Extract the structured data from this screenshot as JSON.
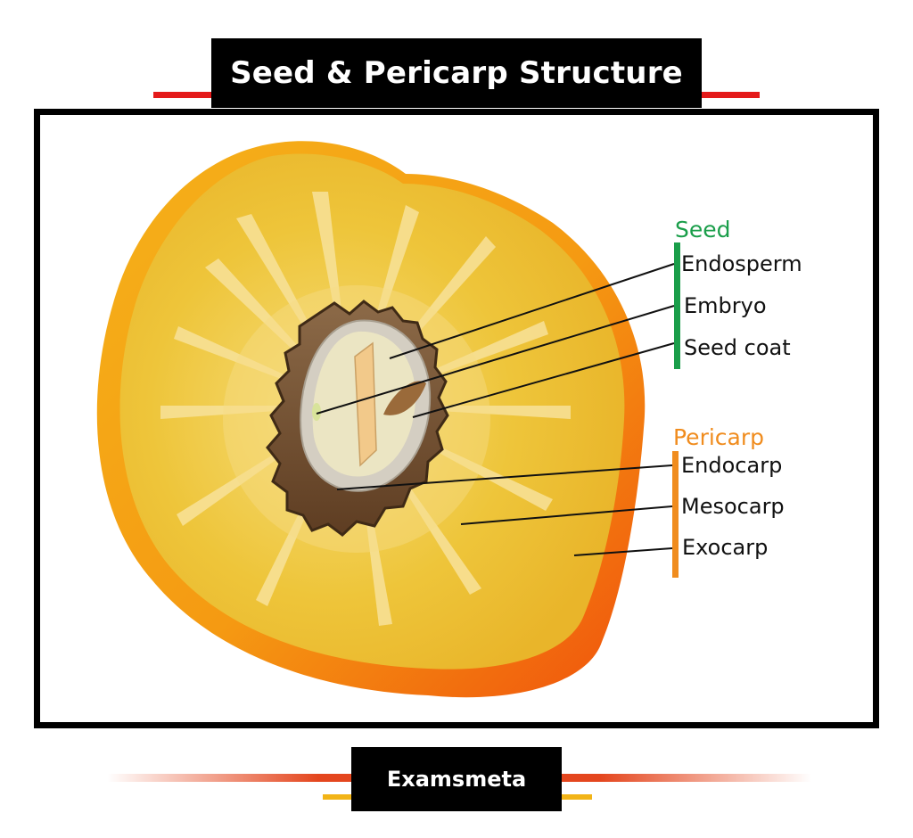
{
  "title": "Seed & Pericarp Structure",
  "footer": "Examsmeta",
  "groups": {
    "seed": {
      "label": "Seed",
      "color": "#1a9e4a",
      "items": [
        "Endosperm",
        "Embryo",
        "Seed coat"
      ]
    },
    "pericarp": {
      "label": "Pericarp",
      "color": "#f08c1e",
      "items": [
        "Endocarp",
        "Mesocarp",
        "Exocarp"
      ]
    }
  },
  "colors": {
    "title_line": "#e41a1a",
    "footer_line": "#e4461e",
    "footer_accent": "#f2b417",
    "exocarp": "#f7a21b",
    "mesocarp": "#eec53a",
    "endocarp_pit": "#7a5230",
    "seed_coat": "#c9c2b6",
    "endosperm": "#e8e2c0"
  }
}
